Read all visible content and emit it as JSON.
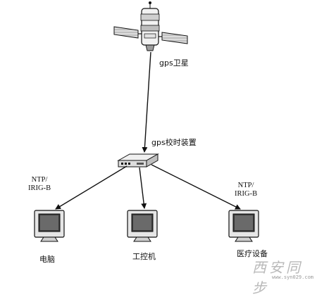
{
  "satellite": {
    "label": "gps卫星"
  },
  "timing_device": {
    "label": "gps校时装置"
  },
  "links": {
    "left": {
      "line1": "NTP/",
      "line2": "IRIG-B"
    },
    "right": {
      "line1": "NTP/",
      "line2": "IRIG-B"
    }
  },
  "devices": [
    {
      "label": "电脑"
    },
    {
      "label": "工控机"
    },
    {
      "label": "医疗设备"
    }
  ],
  "watermark": {
    "text": "西安同步",
    "url": "www.syn029.com"
  }
}
